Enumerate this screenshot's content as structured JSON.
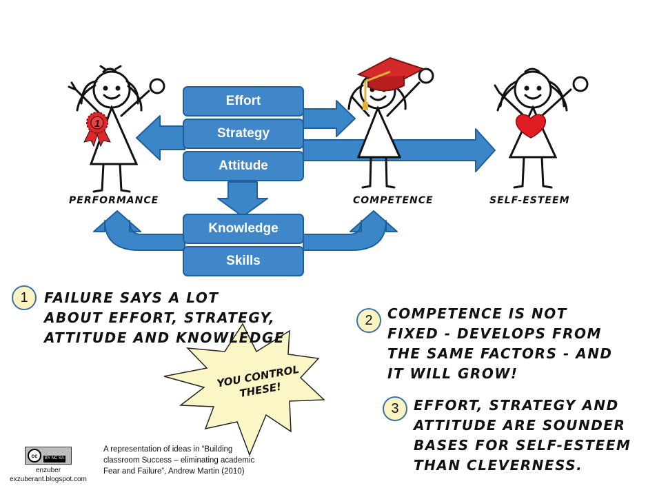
{
  "boxes": {
    "effort": "Effort",
    "strategy": "Strategy",
    "attitude": "Attitude",
    "knowledge": "Knowledge",
    "skills": "Skills"
  },
  "figures": {
    "performance": "Performance",
    "competence": "Competence",
    "self_esteem": "Self-Esteem",
    "medal_number": "1"
  },
  "notes": [
    {
      "number": "1",
      "lines": [
        "Failure says a lot",
        "about effort, strategy,",
        "attitude and knowledge"
      ]
    },
    {
      "number": "2",
      "lines": [
        "Competence is not",
        "fixed - develops from",
        "the same factors - and",
        "it will grow!"
      ]
    },
    {
      "number": "3",
      "lines": [
        "Effort, strategy and",
        "attitude are sounder",
        "bases for self-esteem",
        "than cleverness."
      ]
    }
  ],
  "starburst": {
    "lines": [
      "You control",
      "these!"
    ]
  },
  "credit": {
    "lines": [
      "A representation of ideas in “Building",
      "classroom Success – eliminating academic",
      "Fear and Failure”, Andrew Martin (2010)"
    ],
    "author": "enzuber",
    "site": "exzuberant.blogspot.com",
    "license_badge": "cc",
    "license_tags": "BY NC SA"
  },
  "colors": {
    "box_fill": "#3f87c8",
    "arrow_fill": "#3a86c8",
    "arrow_stroke": "#1d5f9b",
    "star_fill": "#fbf6c6",
    "badge_fill": "#fbf3c2",
    "medal_red": "#e0262a",
    "heart_red": "#e01b22",
    "cap_red": "#d42a2a",
    "tassel_gold": "#e0b43a"
  }
}
